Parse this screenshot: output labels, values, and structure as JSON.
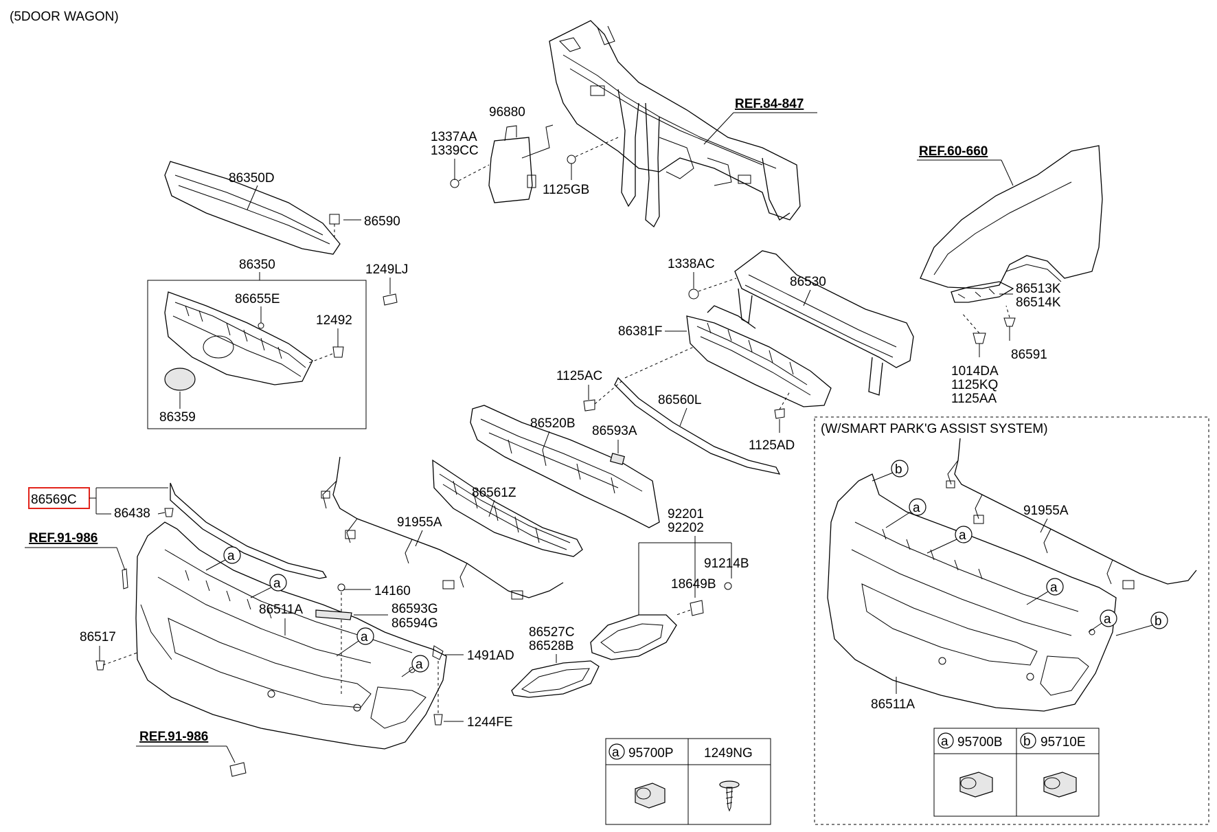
{
  "header": {
    "title": "(5DOOR WAGON)"
  },
  "refs": {
    "r1": "REF.84-847",
    "r2": "REF.60-660",
    "r3": "REF.91-986",
    "r4": "REF.91-986"
  },
  "parts": {
    "p96880": "96880",
    "p1337AA": "1337AA",
    "p1339CC": "1339CC",
    "p1125GB": "1125GB",
    "p86350D": "86350D",
    "p86590": "86590",
    "p86350": "86350",
    "p1249LJ": "1249LJ",
    "p86655E": "86655E",
    "p12492": "12492",
    "p86359": "86359",
    "p1338AC": "1338AC",
    "p86530": "86530",
    "p86381F": "86381F",
    "p86513K": "86513K",
    "p86514K": "86514K",
    "p86591": "86591",
    "p1014DA": "1014DA",
    "p1125KQ": "1125KQ",
    "p1125AA": "1125AA",
    "p1125AC": "1125AC",
    "p86560L": "86560L",
    "p86520B": "86520B",
    "p86593A": "86593A",
    "p1125AD": "1125AD",
    "p86569C": "86569C",
    "p86438": "86438",
    "p91955A": "91955A",
    "p86561Z": "86561Z",
    "p92201": "92201",
    "p92202": "92202",
    "p91214B": "91214B",
    "p18649B": "18649B",
    "p14160": "14160",
    "p86511A": "86511A",
    "p86593G": "86593G",
    "p86594G": "86594G",
    "p86517": "86517",
    "p1491AD": "1491AD",
    "p86527C": "86527C",
    "p86528B": "86528B",
    "p1244FE": "1244FE",
    "p91955A_b": "91955A",
    "p86511A_b": "86511A"
  },
  "inset": {
    "title": "(W/SMART PARK'G ASSIST SYSTEM)"
  },
  "markers": {
    "a": "a",
    "b": "b"
  },
  "legend_left": {
    "col1_marker": "a",
    "col1_part": "95700P",
    "col2_part": "1249NG"
  },
  "legend_right": {
    "col1_marker": "a",
    "col1_part": "95700B",
    "col2_marker": "b",
    "col2_part": "95710E"
  }
}
